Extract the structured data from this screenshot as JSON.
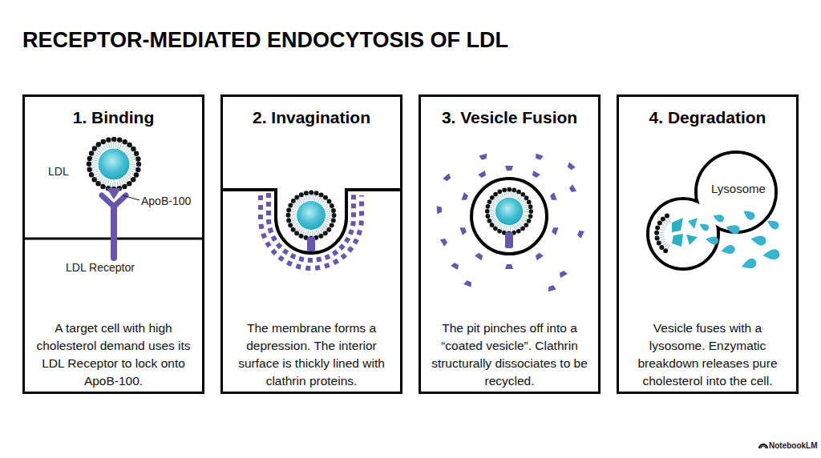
{
  "diagram": {
    "title": "RECEPTOR-MEDIATED ENDOCYTOSIS OF LDL",
    "nodes": [
      {
        "text": [
          "1. Binding",
          "A target cell with high cholesterol demand uses its LDL Receptor to lock onto ApoB-100."
        ]
      },
      {
        "text": [
          "2. Invagination",
          "The membrane forms a depression. The interior surface is thickly lined with clathrin proteins."
        ]
      },
      {
        "text": [
          "3. Vesicle Fusion",
          "The pit pinches off into a “coated vesicle”. Clathrin structurally dissociates to be recycled."
        ]
      },
      {
        "text": [
          "4. Degradation",
          "Vesicle fuses with a lysosome. Enzymatic breakdown releases pure cholesterol into the cell."
        ]
      }
    ],
    "labels": [
      "LDL",
      "ApoB-100",
      "LDL Receptor",
      "Lysosome",
      "NotebookLM"
    ]
  }
}
